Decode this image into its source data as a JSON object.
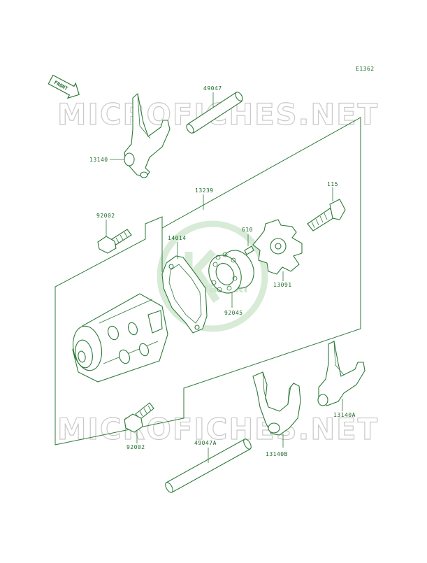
{
  "diagram_code": "E1362",
  "front_label": "FRONT",
  "watermark_text": "MICROFICHES.NET",
  "logo_text": "Kawasaki",
  "part_numbers": {
    "shift_rod_top": "49047",
    "fork_top": "13140",
    "drum_assembly": "13239",
    "bolt_right": "115",
    "bolt_left_top": "92002",
    "pin": "610",
    "gasket_plate": "14014",
    "drum_cam": "13091",
    "bearing": "92045",
    "fork_right": "13140A",
    "bolt_left_bottom": "92002",
    "shift_rod_bottom": "49047A",
    "fork_bottom": "13140B"
  },
  "colors": {
    "line": "#2d7a38",
    "label": "#1f6a2a",
    "watermark": "#c9c9c9"
  }
}
